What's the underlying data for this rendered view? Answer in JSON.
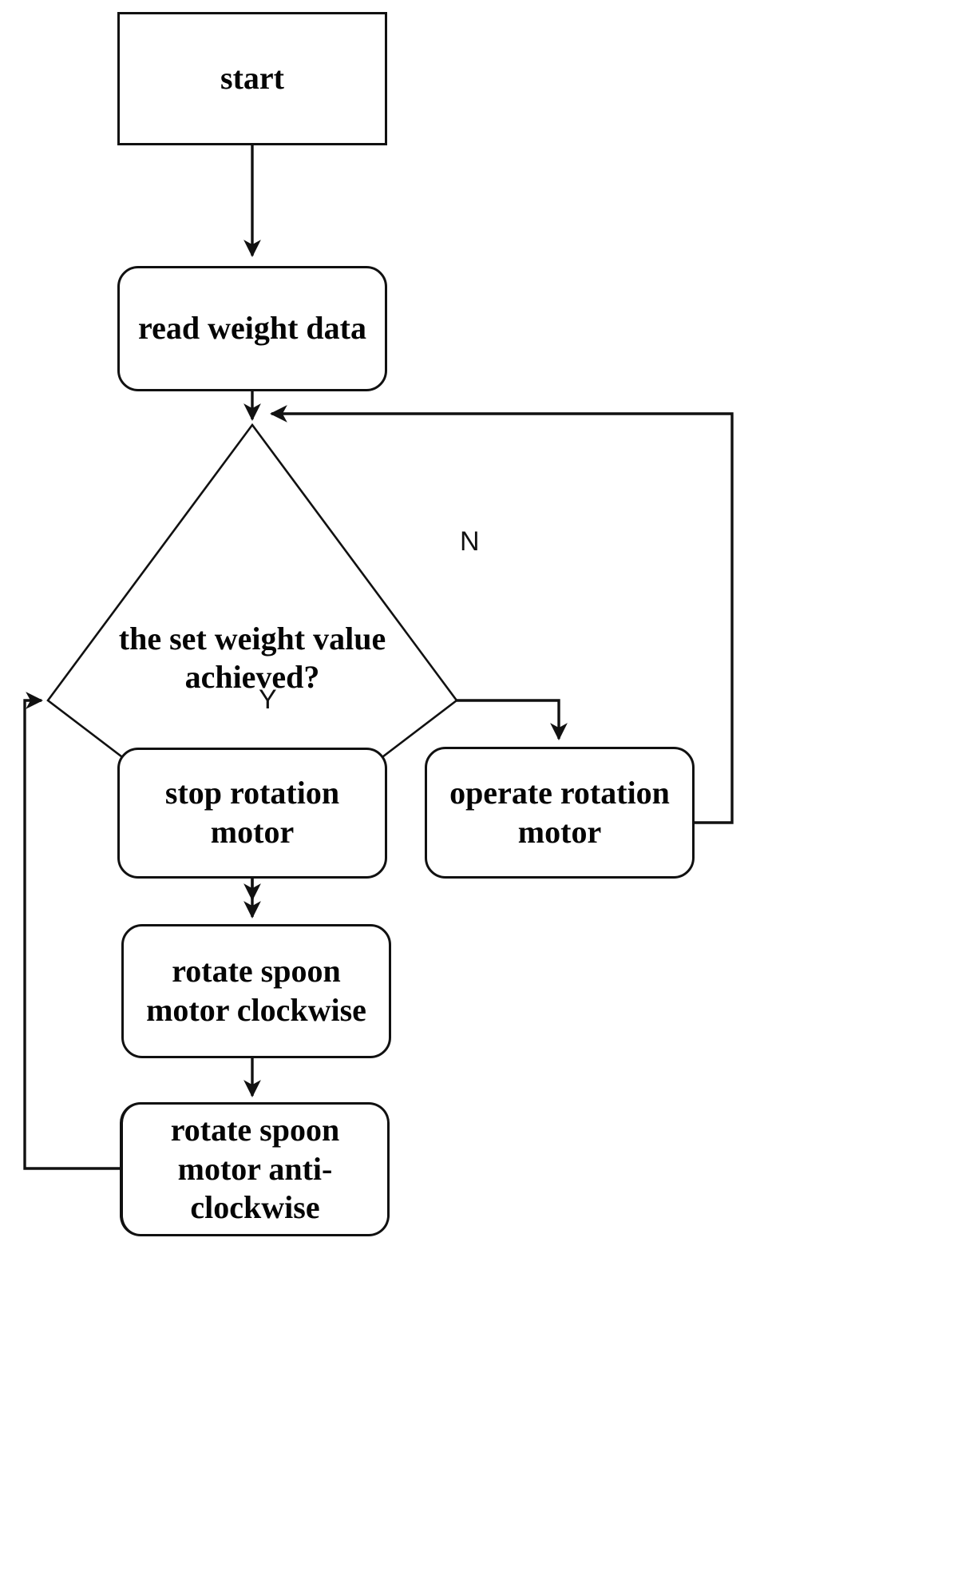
{
  "diagram": {
    "title": "Weight-controlled dispensing flowchart",
    "type": "flowchart",
    "background_color": "#ffffff",
    "line_color": "#111111",
    "text_color": "#050505"
  },
  "nodes": {
    "start": {
      "label": "start",
      "shape": "rectangle"
    },
    "read_weight": {
      "label": "read weight data",
      "shape": "rounded-rectangle"
    },
    "decision": {
      "label": "the set weight value achieved?",
      "shape": "diamond"
    },
    "stop_rotation": {
      "label": "stop rotation motor",
      "shape": "rounded-rectangle"
    },
    "operate_rotation": {
      "label": "operate rotation motor",
      "shape": "rounded-rectangle"
    },
    "spoon_cw": {
      "label": "rotate spoon motor clockwise",
      "shape": "rounded-rectangle"
    },
    "spoon_ccw": {
      "label": "rotate spoon motor anti-clockwise",
      "shape": "rounded-rectangle"
    }
  },
  "edge_labels": {
    "no_branch": "N",
    "yes_branch": "Y"
  },
  "edges": [
    {
      "from": "start",
      "to": "read_weight",
      "label": ""
    },
    {
      "from": "read_weight",
      "to": "decision",
      "label": ""
    },
    {
      "from": "decision",
      "to": "operate_rotation",
      "label": "N"
    },
    {
      "from": "decision",
      "to": "stop_rotation",
      "label": "Y"
    },
    {
      "from": "operate_rotation",
      "to": "decision",
      "label": ""
    },
    {
      "from": "stop_rotation",
      "to": "spoon_cw",
      "label": ""
    },
    {
      "from": "spoon_cw",
      "to": "spoon_ccw",
      "label": ""
    },
    {
      "from": "spoon_ccw",
      "to": "decision",
      "label": ""
    }
  ]
}
